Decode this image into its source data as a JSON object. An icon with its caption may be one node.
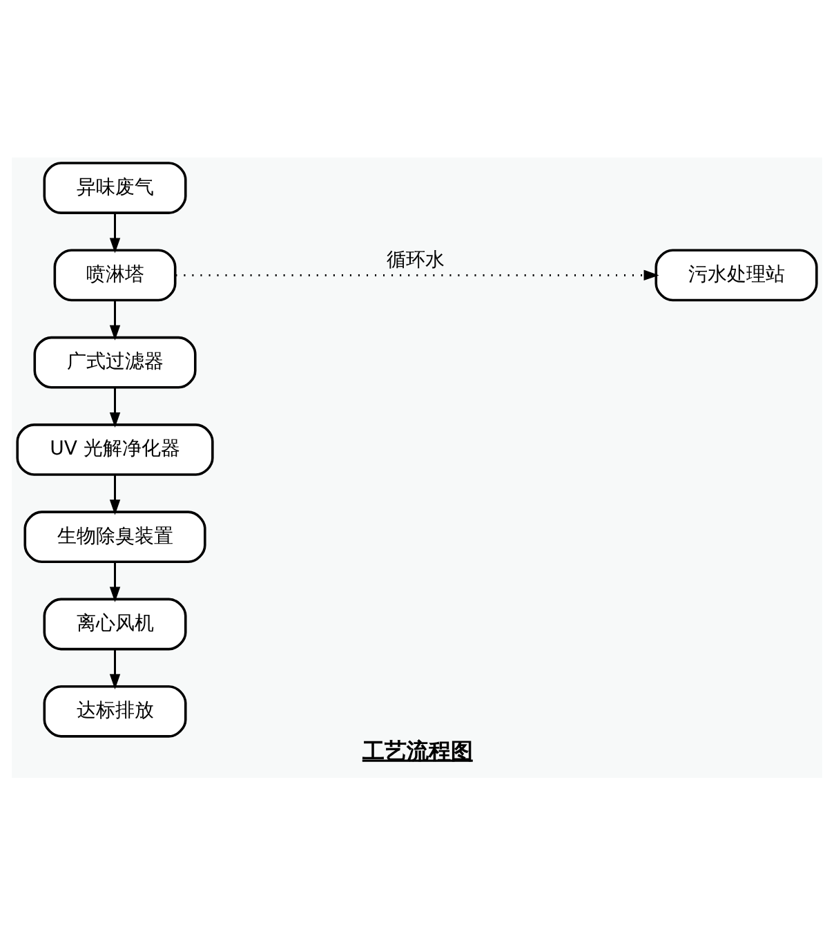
{
  "diagram": {
    "caption": "工艺流程图",
    "nodes": [
      {
        "text": [
          "异味废气"
        ]
      },
      {
        "text": [
          "喷淋塔"
        ]
      },
      {
        "text": [
          "污水处理站"
        ]
      },
      {
        "text": [
          "广式过滤器"
        ]
      },
      {
        "text": [
          "UV 光解净化器"
        ]
      },
      {
        "text": [
          "生物除臭装置"
        ]
      },
      {
        "text": [
          "离心风机"
        ]
      },
      {
        "text": [
          "达标排放"
        ]
      }
    ],
    "edges": [
      {
        "from": 0,
        "to": 1,
        "arrow": "to"
      },
      {
        "from": 1,
        "to": 2,
        "arrow": "to",
        "label": "循环水",
        "style": "dashed"
      },
      {
        "from": 1,
        "to": 3,
        "arrow": "to"
      },
      {
        "from": 3,
        "to": 4,
        "arrow": "to"
      },
      {
        "from": 4,
        "to": 5,
        "arrow": "to"
      },
      {
        "from": 5,
        "to": 6,
        "arrow": "to"
      },
      {
        "from": 6,
        "to": 7,
        "arrow": "to"
      }
    ]
  }
}
